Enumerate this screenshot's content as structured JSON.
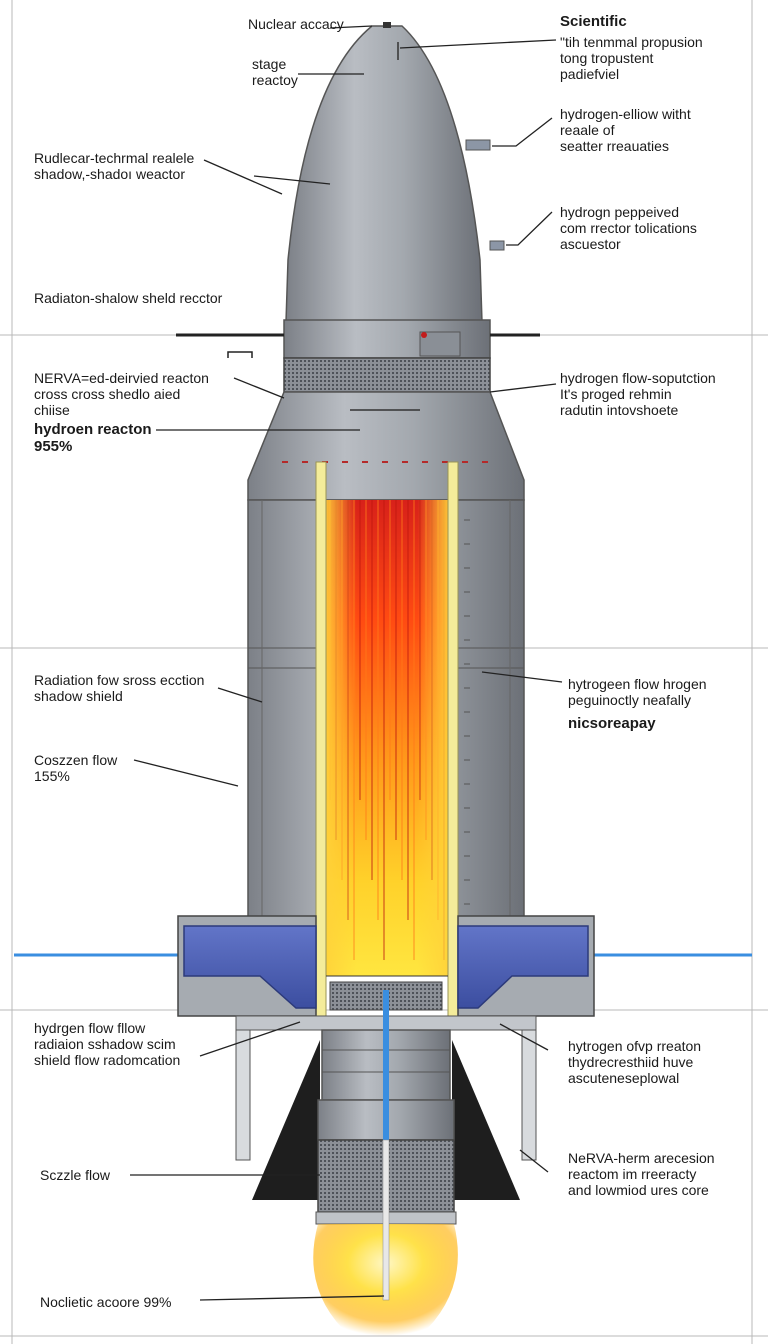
{
  "labels": {
    "nuclear_accacy": "Nuclear accacy",
    "stage_reactoy": [
      "stage",
      "reactoy"
    ],
    "scientific": "Scientific",
    "propulsion": [
      "\"tih tenmmal propusion",
      "tong tropustent",
      "padiefviel"
    ],
    "rudlear": [
      "Rudlecar-techrmal realele",
      "shadow,-shadoı weactor"
    ],
    "hydrogen_ellow": [
      "hydrogen-elliow witht",
      "reaale of",
      "seatter rreauaties"
    ],
    "hydrogn_pepp": [
      "hydrogn peppeived",
      "com rrector tolications",
      "ascuestor"
    ],
    "radiation_shadow": "Radiaton-shalow sheld recctor",
    "nerva_derived": [
      "NERVA=ed-deirvied reacton",
      "cross cross shedlo aied",
      "chiise"
    ],
    "hydroen_reacton": [
      "hydroen reacton",
      "955%"
    ],
    "hydrogen_flow_soplution": [
      "hydrogen flow-soputction",
      "It's proged rehmin",
      "radutin intovshoete"
    ],
    "radiation_flow": [
      "Radiation fow sross ecction",
      "shadow shield"
    ],
    "hydrogen_flow_hrogen": [
      "hytrogeen flow hrogen",
      "peguinoctly neafally"
    ],
    "nicsoreapay": "nicsoreapay",
    "coszzen_flow": [
      "Coszzen flow",
      "155%"
    ],
    "hydrgen_flow_flow": [
      "hydrgen flow fllow",
      "radiaion sshadow scim",
      "shield flow radomcation"
    ],
    "hytrogen_ofvp": [
      "hytrogen ofvp rreaton",
      "thydrecresthiid huve",
      "ascuteneseplowal"
    ],
    "nerva_herm": [
      "NeRVA-herm arecesion",
      "reactom im rreeracty",
      "and lowmiod ures core"
    ],
    "sczzle_flow": "Sczzle flow",
    "noclietic": "Noclietic acoore 99%"
  },
  "colors": {
    "hull": "#9ea3aa",
    "hull_dark": "#6f747b",
    "hull_light": "#c4c8cd",
    "blue_band": "#4b5fb5",
    "coolant": "#3a8ee0",
    "core_hot": "#ff3b10",
    "core_mid": "#ff9a1a",
    "core_yellow": "#ffe640",
    "rod": "#f4ec9a",
    "skirt": "#1e1e1e",
    "line": "#222222"
  }
}
